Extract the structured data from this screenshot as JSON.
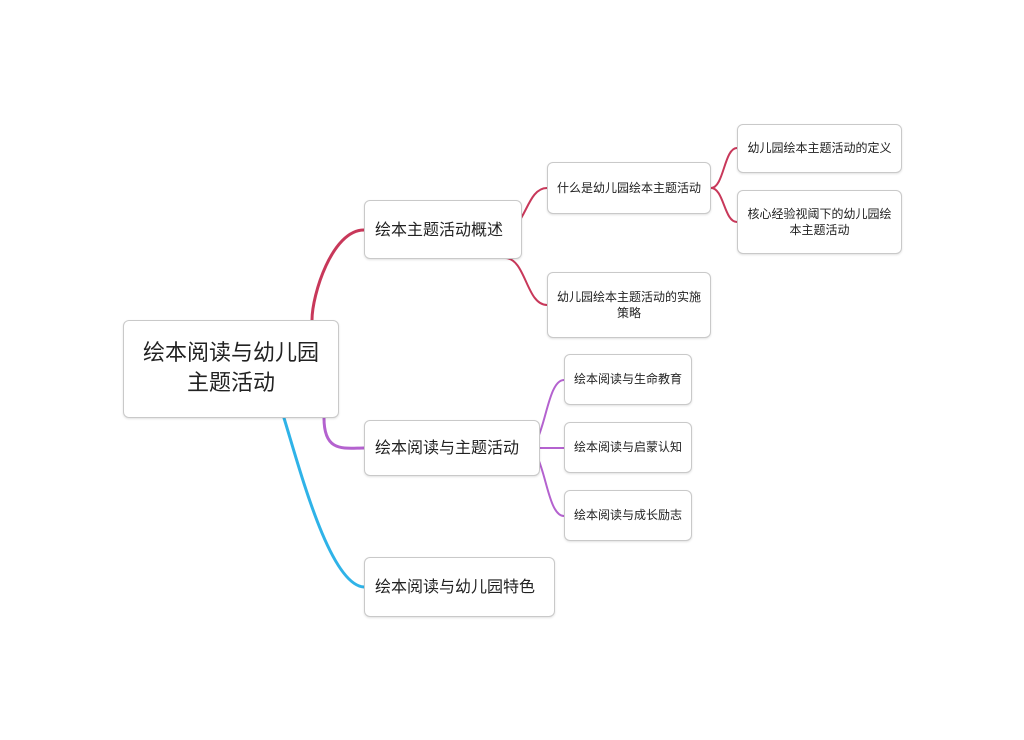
{
  "mindmap": {
    "root": {
      "line1": "绘本阅读与幼儿园",
      "line2": "主题活动"
    },
    "branches": [
      {
        "label": "绘本主题活动概述",
        "color": "#c8385a",
        "children": [
          {
            "label": "什么是幼儿园绘本主题活动",
            "children": [
              {
                "label": "幼儿园绘本主题活动的定义"
              },
              {
                "line1": "核心经验视阈下的幼儿园绘",
                "line2": "本主题活动"
              }
            ]
          },
          {
            "line1": "幼儿园绘本主题活动的实施",
            "line2": "策略"
          }
        ]
      },
      {
        "label": "绘本阅读与主题活动",
        "color": "#b462cf",
        "children": [
          {
            "label": "绘本阅读与生命教育"
          },
          {
            "label": "绘本阅读与启蒙认知"
          },
          {
            "label": "绘本阅读与成长励志"
          }
        ]
      },
      {
        "label": "绘本阅读与幼儿园特色",
        "color": "#2fb3e8"
      }
    ]
  }
}
